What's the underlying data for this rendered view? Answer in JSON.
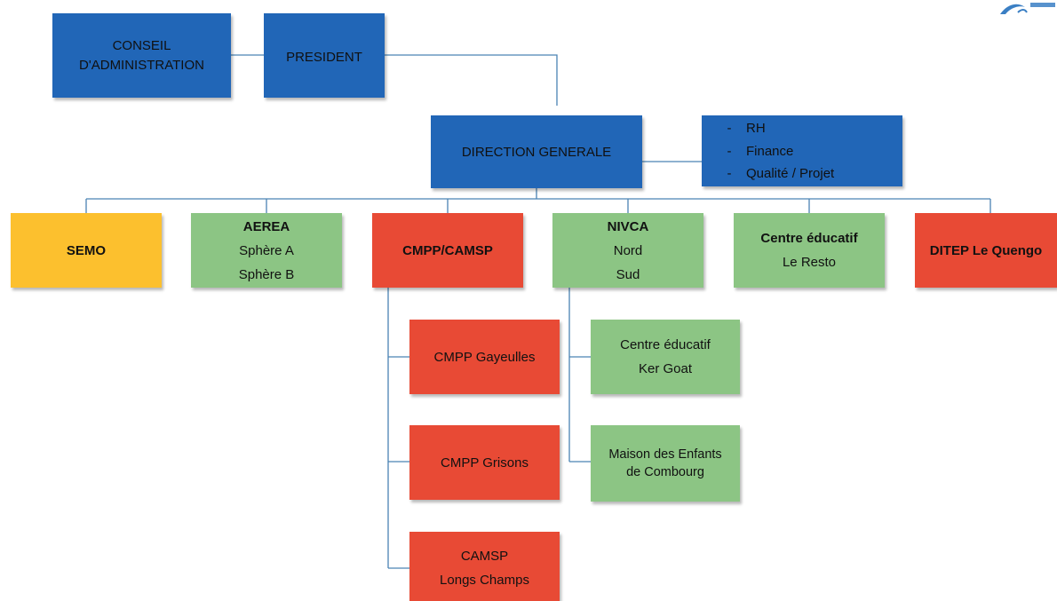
{
  "governance": {
    "conseil": [
      "CONSEIL",
      "D'ADMINISTRATION"
    ],
    "president": "PRESIDENT"
  },
  "direction": {
    "title": "DIRECTION GENERALE",
    "services": [
      "RH",
      "Finance",
      "Qualité / Projet"
    ]
  },
  "establishments": {
    "semo": "SEMO",
    "aerea": {
      "title": "AEREA",
      "lines": [
        "Sphère A",
        "Sphère B"
      ]
    },
    "cmpp_camsp": "CMPP/CAMSP",
    "nivca": {
      "title": "NIVCA",
      "lines": [
        "Nord",
        "Sud"
      ]
    },
    "centre_educatif": {
      "title": "Centre éducatif",
      "lines": [
        "Le Resto"
      ]
    },
    "ditep": "DITEP Le Quengo"
  },
  "cmpp_children": {
    "gayeulles": "CMPP Gayeulles",
    "grisons": "CMPP Grisons",
    "camsp": [
      "CAMSP",
      "Longs Champs"
    ]
  },
  "nivca_children": {
    "ker_goat": [
      "Centre éducatif",
      "Ker Goat"
    ],
    "maison": [
      "Maison des Enfants",
      "de Combourg"
    ]
  },
  "colors": {
    "blue": "#2166b7",
    "yellow": "#fcc02e",
    "green": "#8cc584",
    "red": "#e84a35",
    "connector": "#4a83b3"
  }
}
